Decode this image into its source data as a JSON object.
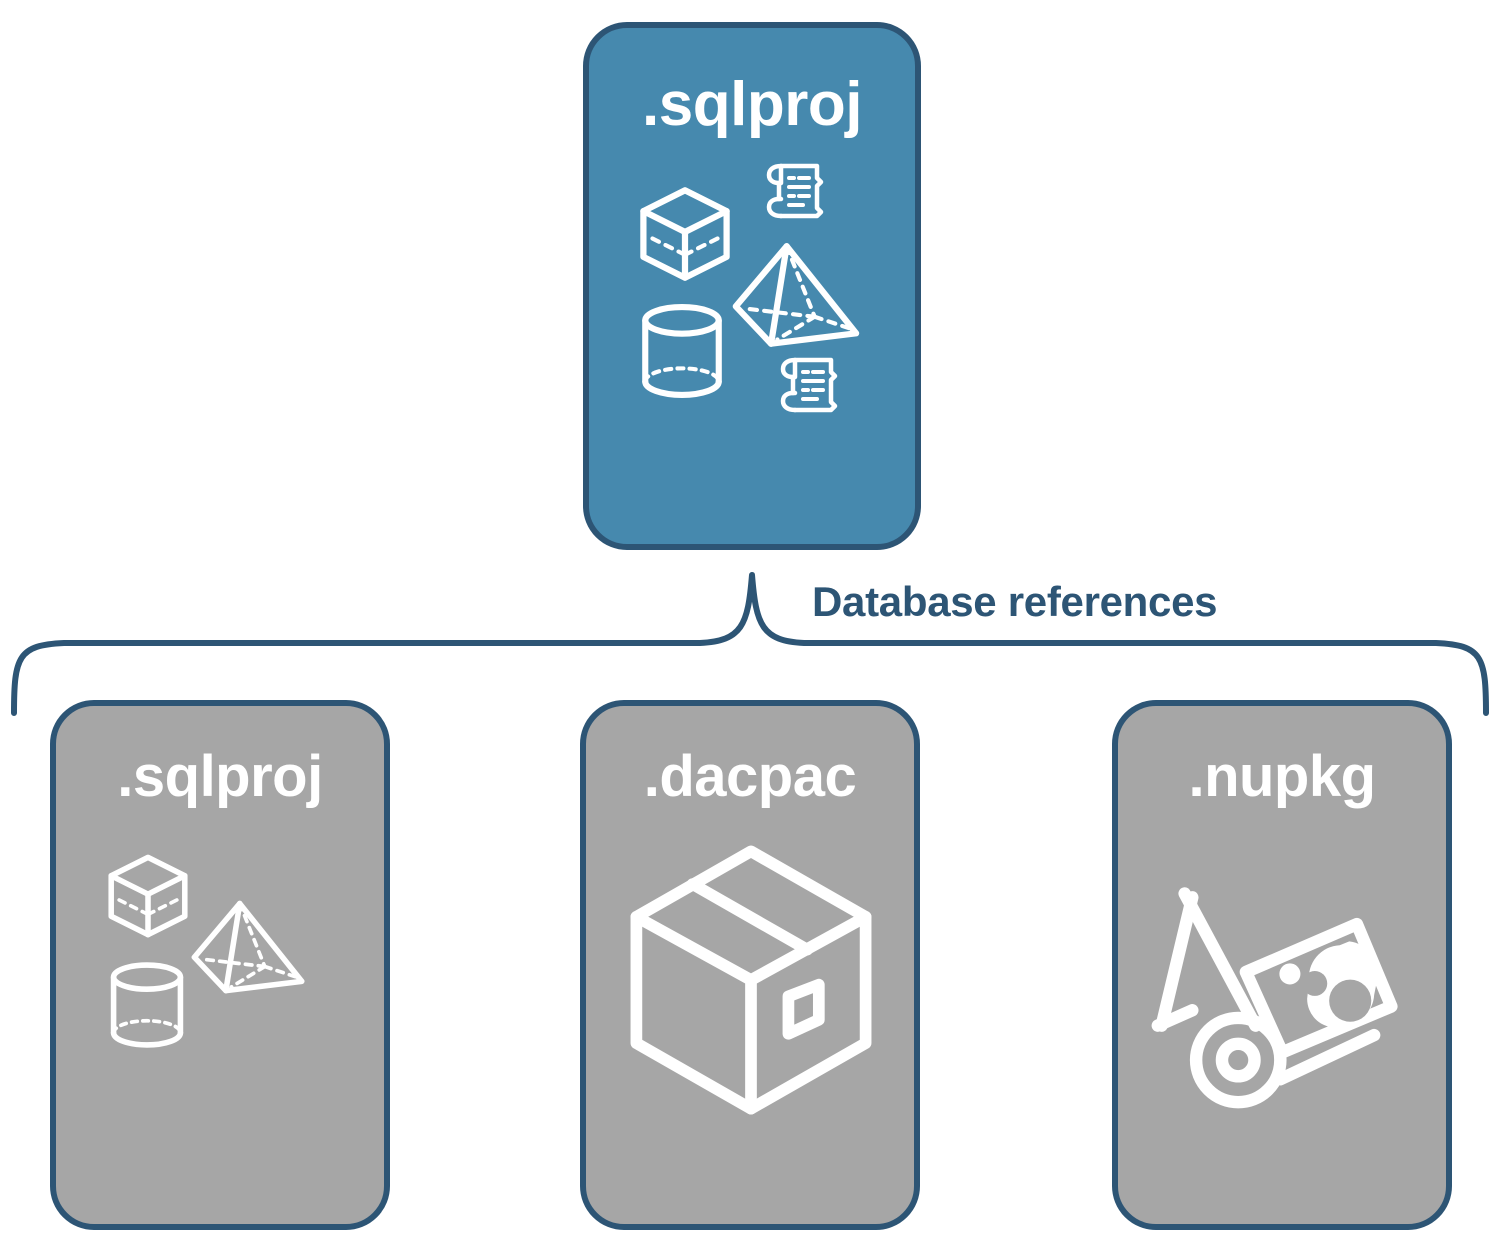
{
  "diagram": {
    "title_text": "Database references",
    "colors": {
      "accent_blue": "#4689ae",
      "border_navy": "#2d5575",
      "gray": "#a6a6a6",
      "icon_white": "#ffffff",
      "label_navy": "#2d5575"
    }
  },
  "parent": {
    "label": ".sqlproj",
    "icons": [
      "cube-wireframe-icon",
      "pyramid-wireframe-icon",
      "cylinder-wireframe-icon",
      "scroll-icon",
      "scroll-icon"
    ]
  },
  "connector": {
    "label": "Database references"
  },
  "children": [
    {
      "label": ".sqlproj",
      "icons": [
        "cube-wireframe-icon",
        "pyramid-wireframe-icon",
        "cylinder-wireframe-icon"
      ]
    },
    {
      "label": ".dacpac",
      "icons": [
        "package-box-icon"
      ]
    },
    {
      "label": ".nupkg",
      "icons": [
        "hand-truck-package-icon"
      ]
    }
  ]
}
